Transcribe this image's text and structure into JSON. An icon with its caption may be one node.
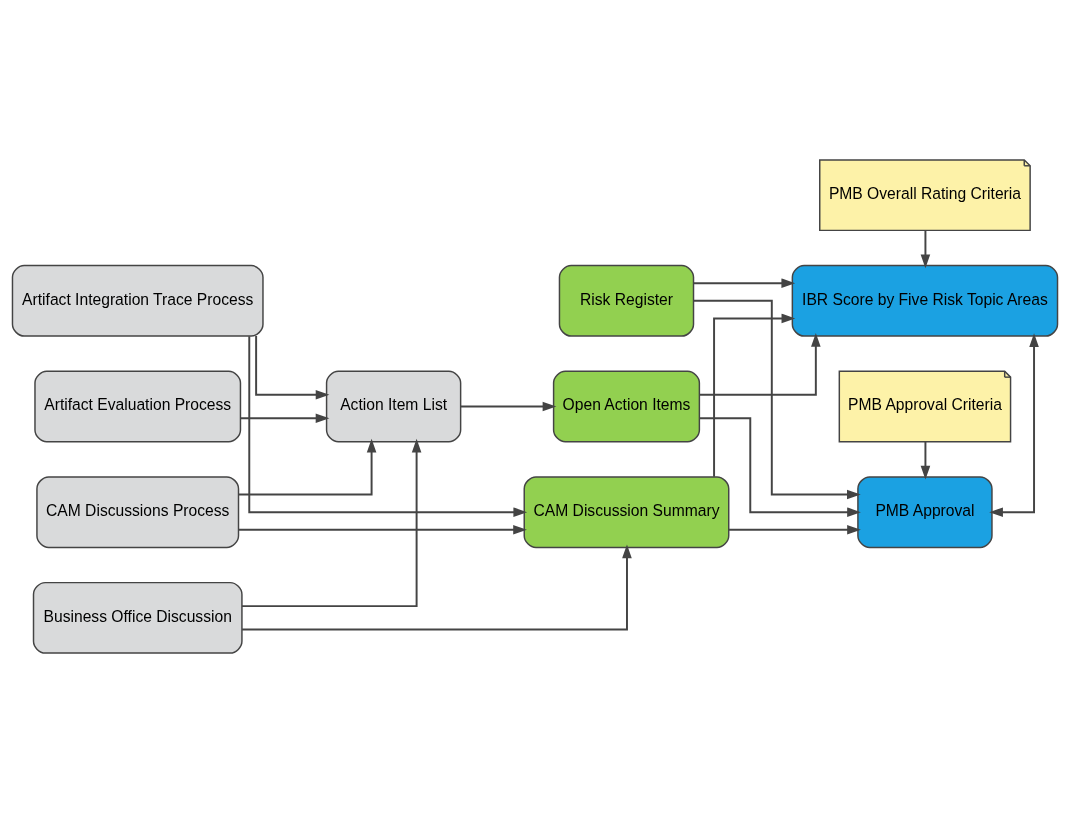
{
  "diagram": {
    "nodes": [
      {
        "text": [
          "Artifact Evaluation Process"
        ]
      },
      {
        "text": [
          "Action Item List"
        ]
      },
      {
        "text": [
          "Open Action Items"
        ]
      },
      {
        "text": [
          "PMB Overall Rating Criteria"
        ]
      },
      {
        "text": [
          "Artifact Integration Trace Process"
        ]
      },
      {
        "text": [
          "IBR Score by Five Risk Topic Areas"
        ]
      },
      {
        "text": [
          "CAM Discussion Summary"
        ]
      },
      {
        "text": [
          "Business Office Discussion"
        ]
      },
      {
        "text": [
          "PMB Approval"
        ]
      },
      {
        "text": [
          "CAM Discussions Process"
        ]
      },
      {
        "text": [
          "Risk Register"
        ]
      },
      {
        "text": [
          "PMB Approval Criteria"
        ]
      }
    ],
    "edges": [
      {
        "from": 0,
        "to": 1,
        "arrow": "to"
      },
      {
        "from": 4,
        "to": 1,
        "arrow": "to"
      },
      {
        "from": 7,
        "to": 1,
        "arrow": "to"
      },
      {
        "from": 9,
        "to": 1,
        "arrow": "to"
      },
      {
        "from": 4,
        "to": 6,
        "arrow": "to"
      },
      {
        "from": 7,
        "to": 6,
        "arrow": "to"
      },
      {
        "from": 9,
        "to": 6,
        "arrow": "to"
      },
      {
        "from": 1,
        "to": 2,
        "arrow": "to"
      },
      {
        "from": 2,
        "to": 5,
        "arrow": "to"
      },
      {
        "from": 6,
        "to": 5,
        "arrow": "to"
      },
      {
        "from": 10,
        "to": 5,
        "arrow": "to"
      },
      {
        "from": 2,
        "to": 8,
        "arrow": "to"
      },
      {
        "from": 6,
        "to": 8,
        "arrow": "to"
      },
      {
        "from": 10,
        "to": 8,
        "arrow": "to"
      },
      {
        "from": 3,
        "to": 5,
        "arrow": "to"
      },
      {
        "from": 5,
        "to": 8,
        "arrow": "both"
      },
      {
        "from": 11,
        "to": 8,
        "arrow": "to"
      }
    ]
  }
}
